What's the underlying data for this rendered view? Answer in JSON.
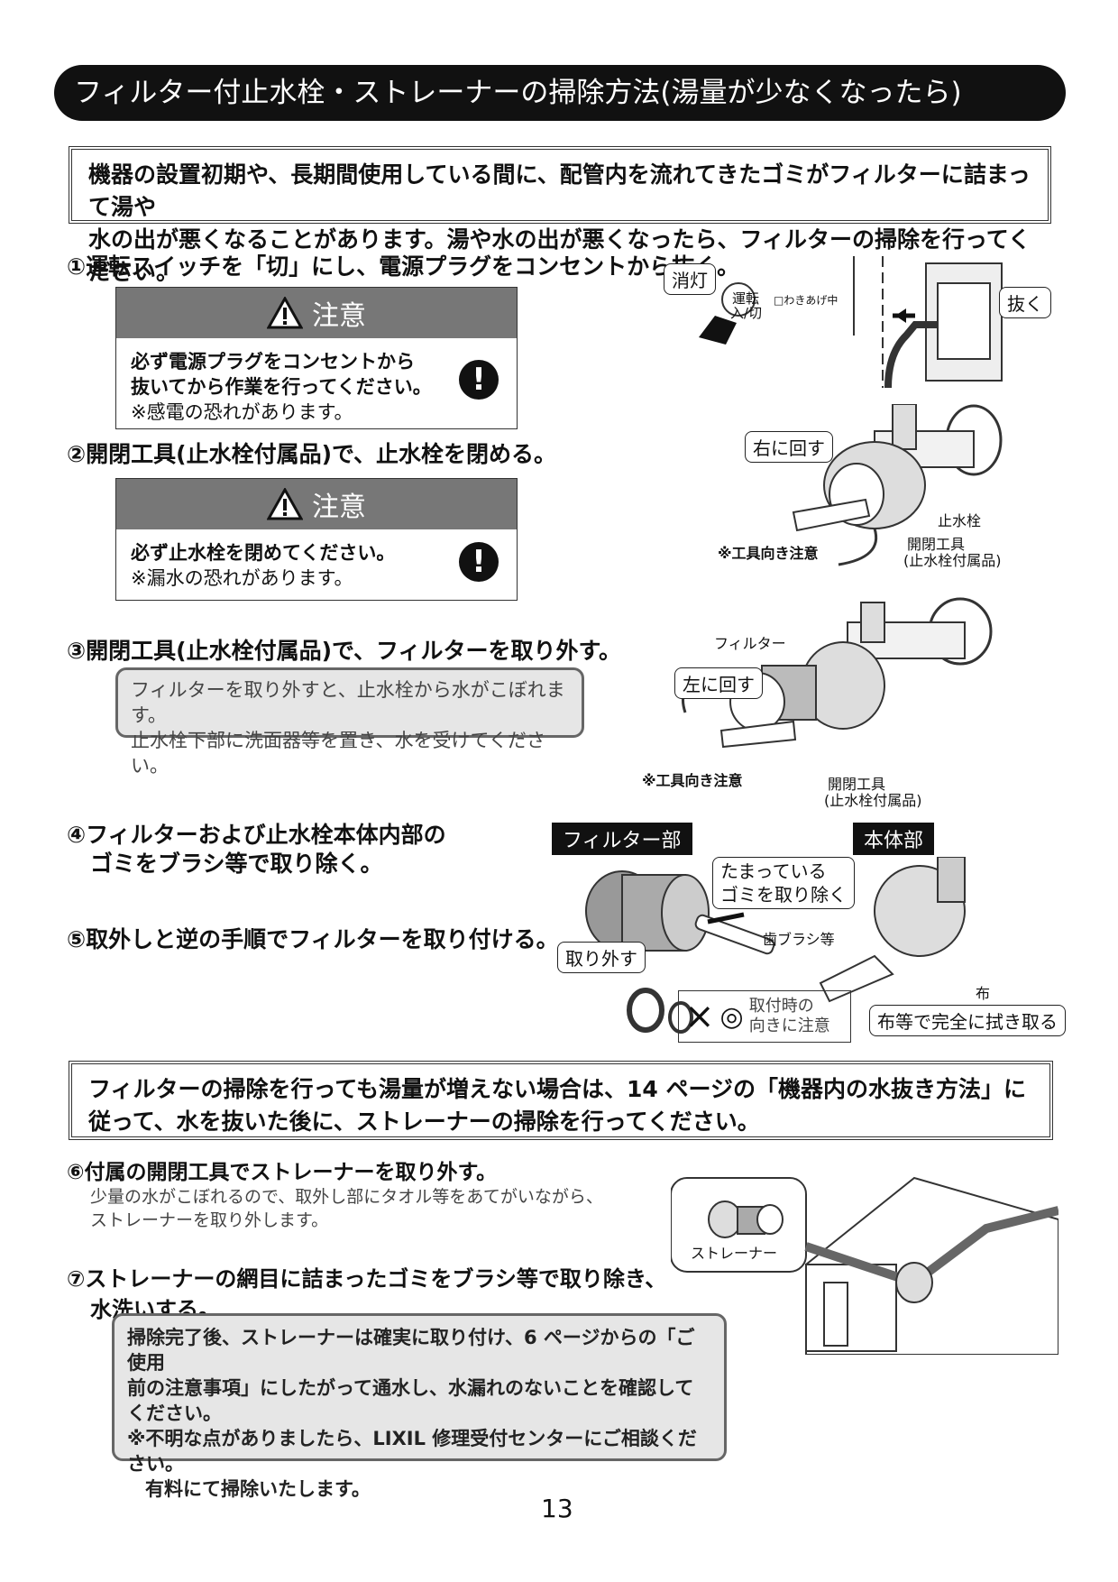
{
  "title": "フィルター付止水栓・ストレーナーの掃除方法(湯量が少なくなったら)",
  "intro": [
    "機器の設置初期や、長期間使用している間に、配管内を流れてきたゴミがフィルターに詰まって湯や",
    "水の出が悪くなることがあります。湯や水の出が悪くなったら、フィルターの掃除を行ってください。"
  ],
  "steps": {
    "s1": "①運転スイッチを「切」にし、電源プラグをコンセントから抜く。",
    "s2": "②開閉工具(止水栓付属品)で、止水栓を閉める。",
    "s3": "③開閉工具(止水栓付属品)で、フィルターを取り外す。",
    "s4a": "④フィルターおよび止水栓本体内部の",
    "s4b": "ゴミをブラシ等で取り除く。",
    "s5": "⑤取外しと逆の手順でフィルターを取り付ける。",
    "s6": "⑥付属の開閉工具でストレーナーを取り外す。",
    "s6_note": [
      "少量の水がこぼれるので、取外し部にタオル等をあてがいながら、",
      "ストレーナーを取り外します。"
    ],
    "s7a": "⑦ストレーナーの網目に詰まったゴミをブラシ等で取り除き、",
    "s7b": "水洗いする。"
  },
  "caution1": {
    "title": "注意",
    "lines": [
      "必ず電源プラグをコンセントから",
      "抜いてから作業を行ってください。",
      "※感電の恐れがあります。"
    ]
  },
  "caution2": {
    "title": "注意",
    "lines": [
      "必ず止水栓を閉めてください。",
      "※漏水の恐れがあります。"
    ]
  },
  "note3": [
    "フィルターを取り外すと、止水栓から水がこぼれます。",
    "止水栓下部に洗面器等を置き、水を受けてください。"
  ],
  "frame2": [
    "フィルターの掃除を行っても湯量が増えない場合は、14 ページの「機器内の水抜き方法」に",
    "従って、水を抜いた後に、ストレーナーの掃除を行ってください。"
  ],
  "final_note": [
    "掃除完了後、ストレーナーは確実に取り付け、6 ページからの「ご使用",
    "前の注意事項」にしたがって通水し、水漏れのないことを確認して",
    "ください。",
    "※不明な点がありましたら、LIXIL 修理受付センターにご相談ください。",
    "有料にて掃除いたします。"
  ],
  "labels": {
    "shoto": "消灯",
    "unten": "運転",
    "unten2": "入/切",
    "wakiage": "□わきあげ中",
    "nuku": "抜く",
    "migi": "右に回す",
    "shisuisen": "止水栓",
    "kaihei": "開閉工具",
    "kaihei2": "(止水栓付属品)",
    "muki": "※工具向き注意",
    "filter": "フィルター",
    "hidari": "左に回す",
    "filter_bu": "フィルター部",
    "hontai_bu": "本体部",
    "tamatte": "たまっている",
    "gomi": "ゴミを取り除く",
    "haburashi": "歯ブラシ等",
    "torihazusu": "取り外す",
    "toritsuke1": "取付時の",
    "toritsuke2": "向きに注意",
    "nuno": "布",
    "fuki": "布等で完全に拭き取る",
    "strainer": "ストレーナー"
  },
  "page_number": "13"
}
